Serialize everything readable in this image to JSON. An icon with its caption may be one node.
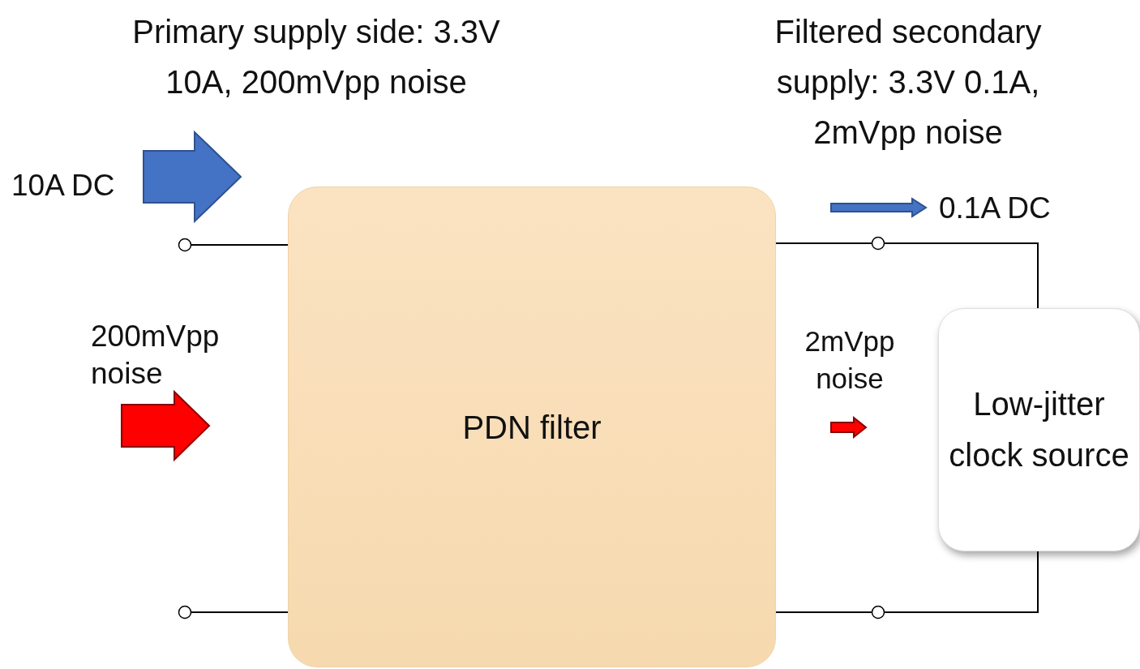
{
  "diagram": {
    "nodes": [
      {
        "text": [
          "PDN filter"
        ]
      },
      {
        "text": [
          "Low-jitter clock source"
        ]
      },
      {
        "text": [],
        "shape": "circle"
      },
      {
        "text": [],
        "shape": "circle"
      },
      {
        "text": [],
        "shape": "circle"
      },
      {
        "text": [],
        "shape": "circle"
      }
    ],
    "edges": [
      {
        "from": 2,
        "to": 0,
        "arrow": "none"
      },
      {
        "from": 3,
        "to": 0,
        "arrow": "none"
      },
      {
        "from": 0,
        "to": 4,
        "arrow": "none"
      },
      {
        "from": 0,
        "to": 5,
        "arrow": "none"
      },
      {
        "from": 4,
        "to": 1,
        "arrow": "none"
      },
      {
        "from": 5,
        "to": 1,
        "arrow": "none"
      }
    ],
    "labels": [
      "Primary supply side: 3.3V 10A, 200mVpp noise",
      "Filtered secondary supply: 3.3V 0.1A, 2mVpp noise",
      "10A DC",
      "0.1A DC",
      "200mVpp noise",
      "2mVpp noise"
    ]
  }
}
